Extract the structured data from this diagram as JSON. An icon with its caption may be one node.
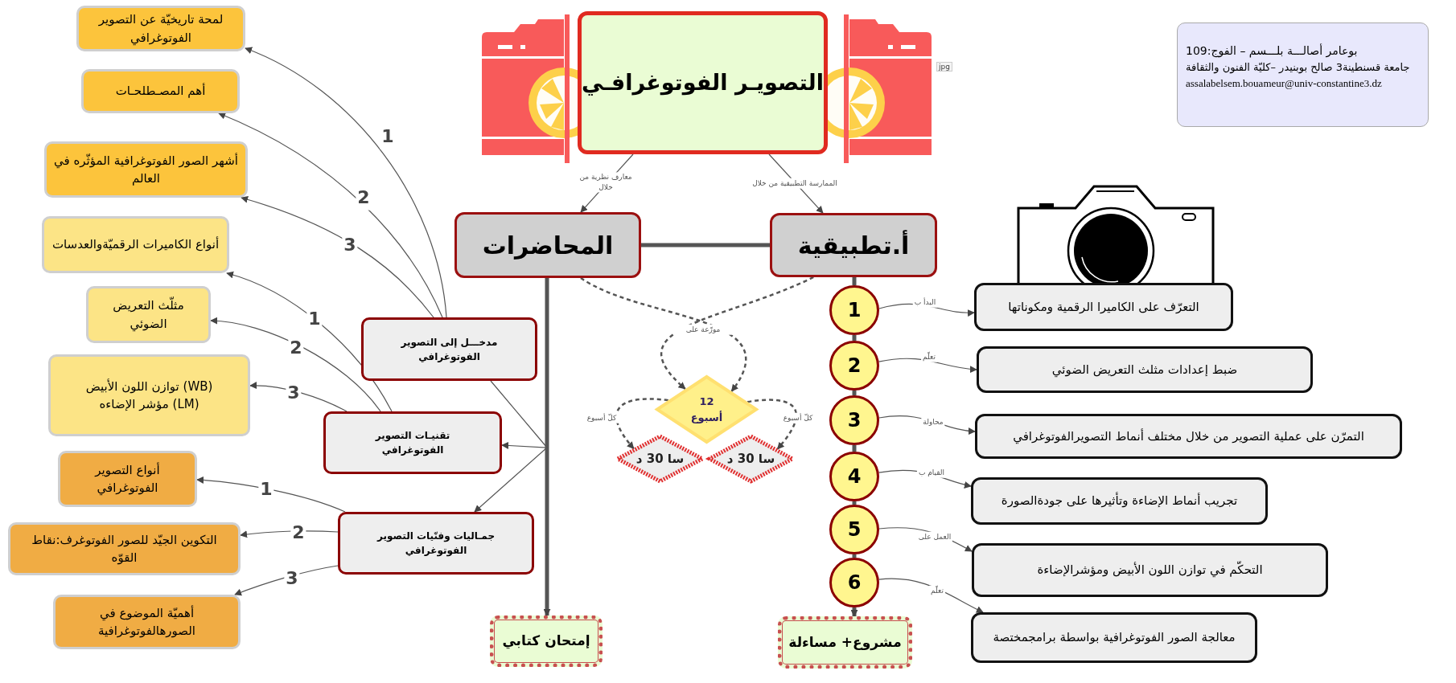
{
  "diagram": {
    "nodes": [
      {
        "text": [
          "التصويـر الفوتوغرافـي"
        ]
      },
      {
        "text": [
          "المحاضرات"
        ]
      },
      {
        "text": [
          "أ.تطبيقية"
        ]
      },
      {
        "text": [
          "لمحة تاريخيّة عن التصوير الفوتوغرافي"
        ]
      },
      {
        "text": [
          "أهم المصـطلحـات"
        ]
      },
      {
        "text": [
          "أشهر الصور الفوتوغرافية المؤثّره في العالم"
        ]
      },
      {
        "text": [
          "أنواع الكاميرات الرقميّةوالعدسات"
        ]
      },
      {
        "text": [
          "مثلّث التعريض الضوئي"
        ]
      },
      {
        "text": [
          "(WB) توازن اللون الأبيض",
          "(LM) مؤشر الإضاءه"
        ]
      },
      {
        "text": [
          "أنواع التصوير الفوتوغرافي"
        ]
      },
      {
        "text": [
          "التكوين الجيّد للصور الفوتوغرف:نقاط القوّه"
        ]
      },
      {
        "text": [
          "أهميّة الموضوع في الصورهالفوتوغرافية"
        ]
      },
      {
        "text": [
          "مدخـــل إلى التصوير الفوتوغرافي"
        ]
      },
      {
        "text": [
          "تقنيـات التصوير الفوتوغرافي"
        ]
      },
      {
        "text": [
          "جمـاليات وفنّيات التصوير الفوتوغرافي"
        ]
      },
      {
        "text": [
          "إمتحان كتابي"
        ]
      },
      {
        "text": [
          "12 أسبوع"
        ]
      },
      {
        "text": [
          "سا 30 د"
        ]
      },
      {
        "text": [
          "سا 30 د"
        ]
      },
      {
        "text": [
          "1"
        ]
      },
      {
        "text": [
          "2"
        ]
      },
      {
        "text": [
          "3"
        ]
      },
      {
        "text": [
          "4"
        ]
      },
      {
        "text": [
          "5"
        ]
      },
      {
        "text": [
          "6"
        ]
      },
      {
        "text": [
          "التعرّف على الكاميرا الرقمية ومكوناتها"
        ]
      },
      {
        "text": [
          "ضبط إعدادات مثلث التعريض الضوئي"
        ]
      },
      {
        "text": [
          "التمرّن على عملية التصوير من خلال مختلف أنماط التصويرالفوتوغرافي"
        ]
      },
      {
        "text": [
          "تجريب أنماط الإضاءة وتأثيرها على جودةالصورة"
        ]
      },
      {
        "text": [
          "التحكّم في توازن اللون الأبيض ومؤشرالإضاءة"
        ]
      },
      {
        "text": [
          "معالجة الصور الفوتوغرافية بواسطة برامجمختصة"
        ]
      },
      {
        "text": [
          "مشروع+ مساءلة"
        ]
      },
      {
        "text": [
          "بوعامر أصالـــة بلـــسم – الفوج:109",
          "جامعة قسنطينة3 صالح بوبنيدر –كليّة الفنون والثقافة",
          "assalabelsem.bouameur@univ-constantine3.dz"
        ]
      }
    ],
    "edges": [
      {
        "from": 0,
        "to": 1,
        "arrow": "to",
        "label": "معارف نظرية من خلال"
      },
      {
        "from": 0,
        "to": 2,
        "arrow": "to",
        "label": "الممارسة التطبيقية من خلال"
      },
      {
        "from": 1,
        "to": 2,
        "arrow": "none",
        "style": "thick"
      },
      {
        "from": 1,
        "to": 15,
        "arrow": "to",
        "style": "thick"
      },
      {
        "from": 1,
        "to": 12,
        "arrow": "none"
      },
      {
        "from": 1,
        "to": 13,
        "arrow": "to"
      },
      {
        "from": 1,
        "to": 14,
        "arrow": "to"
      },
      {
        "from": 12,
        "to": 3,
        "arrow": "to",
        "label": "1"
      },
      {
        "from": 12,
        "to": 4,
        "arrow": "to",
        "label": "2"
      },
      {
        "from": 12,
        "to": 5,
        "arrow": "to",
        "label": "3"
      },
      {
        "from": 13,
        "to": 6,
        "arrow": "to",
        "label": "1"
      },
      {
        "from": 13,
        "to": 7,
        "arrow": "to",
        "label": "2"
      },
      {
        "from": 13,
        "to": 8,
        "arrow": "to",
        "label": "3"
      },
      {
        "from": 14,
        "to": 9,
        "arrow": "to",
        "label": "1"
      },
      {
        "from": 14,
        "to": 10,
        "arrow": "to",
        "label": "2"
      },
      {
        "from": 14,
        "to": 11,
        "arrow": "to",
        "label": "3"
      },
      {
        "from": 1,
        "to": 16,
        "arrow": "to",
        "style": "dashed"
      },
      {
        "from": 2,
        "to": 16,
        "arrow": "to",
        "style": "dashed",
        "label": "موزّعة على"
      },
      {
        "from": 16,
        "to": 17,
        "arrow": "to",
        "style": "dashed",
        "label": "كلّ أسبوع"
      },
      {
        "from": 16,
        "to": 18,
        "arrow": "to",
        "style": "dashed",
        "label": "كلّ أسبوع"
      },
      {
        "from": 2,
        "to": 19,
        "arrow": "none",
        "style": "thick"
      },
      {
        "from": 19,
        "to": 20,
        "arrow": "none",
        "style": "thick"
      },
      {
        "from": 20,
        "to": 21,
        "arrow": "none",
        "style": "thick"
      },
      {
        "from": 21,
        "to": 22,
        "arrow": "none",
        "style": "thick"
      },
      {
        "from": 22,
        "to": 23,
        "arrow": "none",
        "style": "thick"
      },
      {
        "from": 23,
        "to": 24,
        "arrow": "none",
        "style": "thick"
      },
      {
        "from": 24,
        "to": 31,
        "arrow": "to",
        "style": "thick"
      },
      {
        "from": 19,
        "to": 25,
        "arrow": "to",
        "label": "البدأ ب"
      },
      {
        "from": 20,
        "to": 26,
        "arrow": "to",
        "label": "تعلّم"
      },
      {
        "from": 21,
        "to": 27,
        "arrow": "to",
        "label": "محاولة"
      },
      {
        "from": 22,
        "to": 28,
        "arrow": "to",
        "label": "القيام ب"
      },
      {
        "from": 23,
        "to": 29,
        "arrow": "to",
        "label": "العمل على"
      },
      {
        "from": 24,
        "to": 30,
        "arrow": "to",
        "label": "تعلّم"
      }
    ],
    "labels": [
      "jpg"
    ]
  }
}
